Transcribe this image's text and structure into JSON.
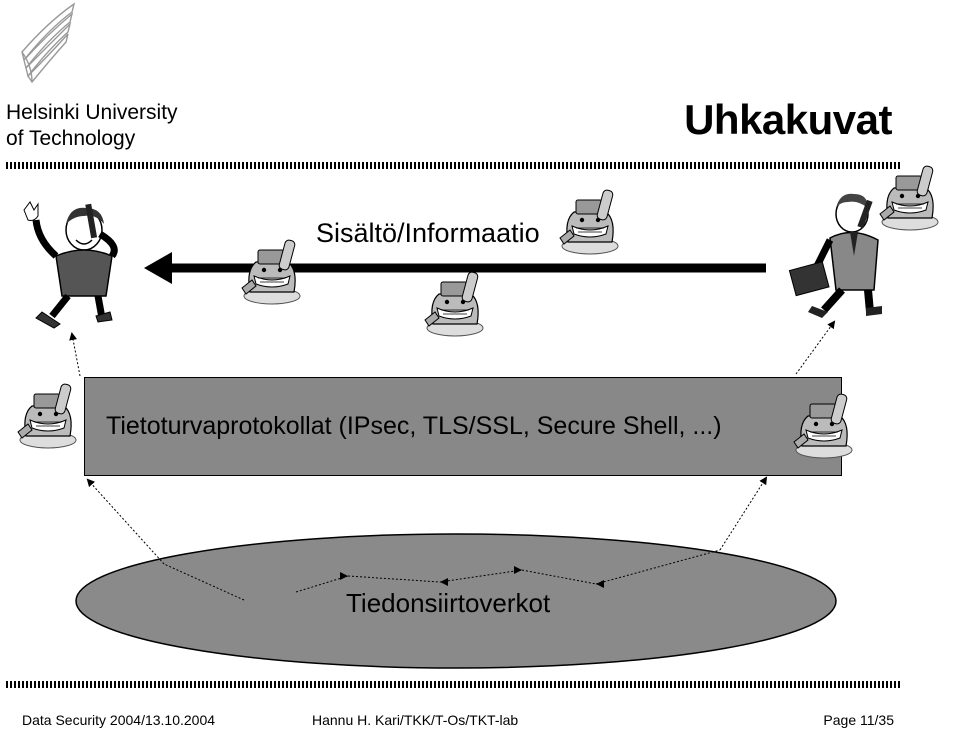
{
  "header": {
    "university_line1": "Helsinki University",
    "university_line2": "of Technology",
    "title": "Uhkakuvat"
  },
  "diagram": {
    "information_label": "Sisältö/Informaatio",
    "protocols_label": "Tietoturvaprotokollat (IPsec, TLS/SSL, Secure Shell, ...)",
    "network_label": "Tiedonsiirtoverkot"
  },
  "footer": {
    "left": "Data Security 2004/13.10.2004",
    "middle": "Hannu H. Kari/TKK/T-Os/TKT-lab",
    "right": "Page 11/35"
  },
  "colors": {
    "box_fill": "#888888",
    "ellipse_fill": "#8a8a8a",
    "text": "#000000"
  },
  "icons": [
    "university-logo-icon",
    "woman-with-phone-icon",
    "businessman-with-phone-icon",
    "attacker-icon"
  ]
}
